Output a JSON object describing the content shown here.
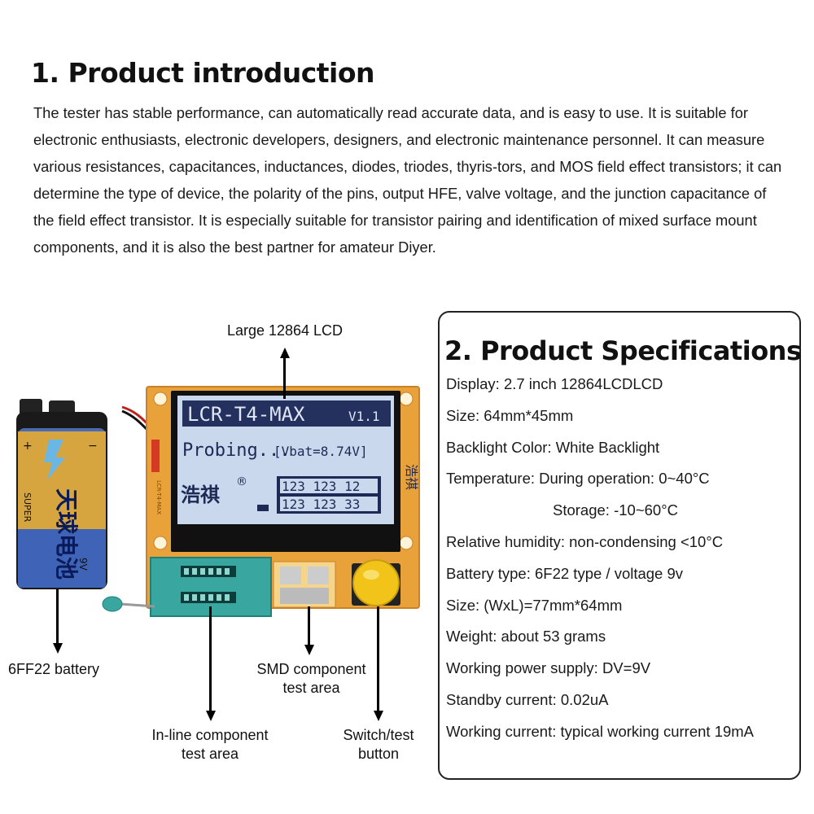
{
  "intro": {
    "title": "1. Product introduction",
    "paragraph": "The tester has stable performance, can automatically read accurate data, and is easy to use. It is suitable for electronic enthusiasts, electronic developers, designers, and electronic maintenance personnel. It can measure various resistances, capacitances, inductances, diodes, triodes, thyris-tors, and MOS field effect transistors; it can determine the type of device, the polarity of the pins, output HFE, valve voltage, and the junction capacitance of the field effect transistor. It is especially suitable for transistor pairing and identification of mixed surface mount components, and it is also the best partner for amateur Diyer."
  },
  "callouts": {
    "lcd": "Large 12864 LCD",
    "battery": "6FF22 battery",
    "smd_line1": "SMD component",
    "smd_line2": "test area",
    "inline_line1": "In-line component",
    "inline_line2": "test area",
    "switch_line1": "Switch/test",
    "switch_line2": "button"
  },
  "device": {
    "lcd_title": "LCR-T4-MAX",
    "lcd_version": "V1.1",
    "lcd_probe": "Probing...",
    "lcd_vbat": "[Vbat=8.74V]",
    "lcd_brand": "浩祺",
    "lcd_reg": "®",
    "lcd_pins_row1": "123 123 12",
    "lcd_pins_row2": "123 123 33",
    "battery_brand": "天球电池",
    "battery_super": "SUPER",
    "battery_volt": "9V",
    "board_brand": "浩祺"
  },
  "specs": {
    "title": "2. Product Specifications",
    "items": [
      "Display: 2.7 inch 12864LCDLCD",
      "Size: 64mm*45mm",
      "Backlight Color: White Backlight",
      "Temperature: During operation: 0~40°C",
      "Storage: -10~60°C",
      "Relative humidity: non-condensing <10°C",
      "Battery type: 6F22 type / voltage 9v",
      "Size: (WxL)=77mm*64mm",
      "Weight: about 53 grams",
      "Working power supply: DV=9V",
      "Standby current: 0.02uA",
      "Working current: typical working current 19mA"
    ]
  },
  "colors": {
    "pcb": "#e9a23a",
    "lcd_screen": "#c9d8ec",
    "lcd_header": "#24305e",
    "zif_socket": "#3aa6a0",
    "button": "#f2c419"
  }
}
